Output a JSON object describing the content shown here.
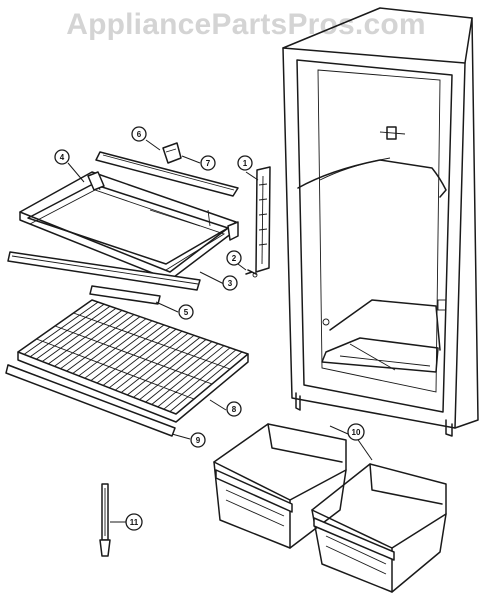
{
  "watermark": "AppliancePartsPros.com",
  "callouts": {
    "c1": "1",
    "c2": "2",
    "c3": "3",
    "c4": "4",
    "c5": "5",
    "c6": "6",
    "c7": "7",
    "c8": "8",
    "c9": "9",
    "c10": "10",
    "c11": "11"
  },
  "colors": {
    "line": "#1a1a1a",
    "background": "#ffffff",
    "watermark": "#d4d4d4"
  }
}
